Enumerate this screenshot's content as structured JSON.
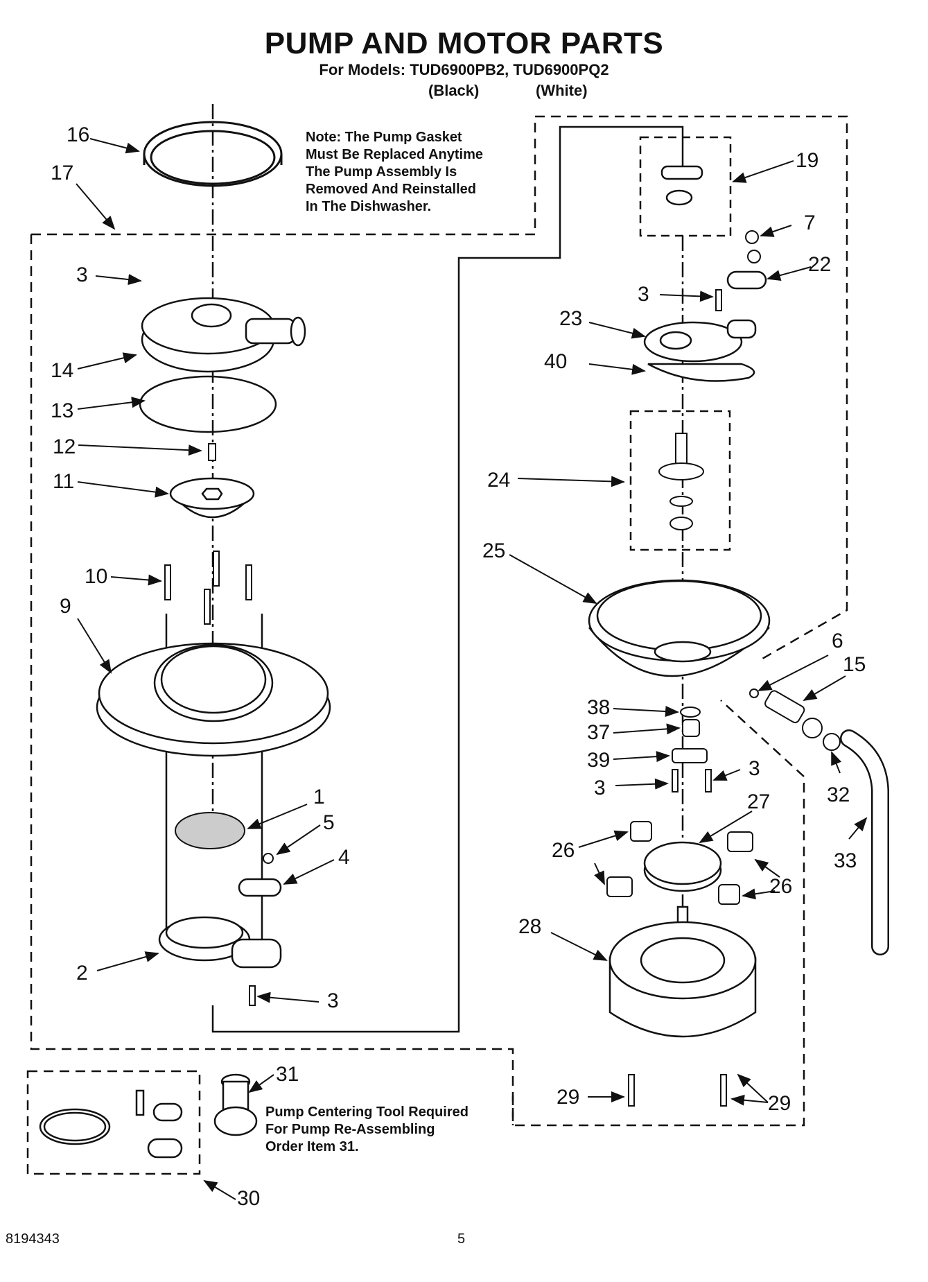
{
  "header": {
    "title": "PUMP AND MOTOR PARTS",
    "subtitle": "For Models: TUD6900PB2, TUD6900PQ2",
    "variant_black": "(Black)",
    "variant_white": "(White)"
  },
  "notes": {
    "gasket_note": [
      "Note: The Pump Gasket",
      "Must Be Replaced Anytime",
      "The Pump Assembly Is",
      "Removed And Reinstalled",
      "In The Dishwasher."
    ],
    "tool_note": [
      "Pump Centering Tool Required",
      "For Pump Re-Assembling",
      "Order Item 31."
    ]
  },
  "callouts": {
    "c16": "16",
    "c17": "17",
    "c3a": "3",
    "c14": "14",
    "c13": "13",
    "c12": "12",
    "c11": "11",
    "c10": "10",
    "c9": "9",
    "c1": "1",
    "c5": "5",
    "c4": "4",
    "c2": "2",
    "c3b": "3",
    "c31": "31",
    "c30": "30",
    "c19": "19",
    "c7": "7",
    "c22": "22",
    "c3c": "3",
    "c23": "23",
    "c40": "40",
    "c24": "24",
    "c25": "25",
    "c6": "6",
    "c15": "15",
    "c38": "38",
    "c37": "37",
    "c39": "39",
    "c3d": "3",
    "c3e": "3",
    "c32": "32",
    "c33": "33",
    "c27": "27",
    "c26a": "26",
    "c26b": "26",
    "c28": "28",
    "c29a": "29",
    "c29b": "29"
  },
  "footer": {
    "doc_number": "8194343",
    "page_number": "5"
  }
}
